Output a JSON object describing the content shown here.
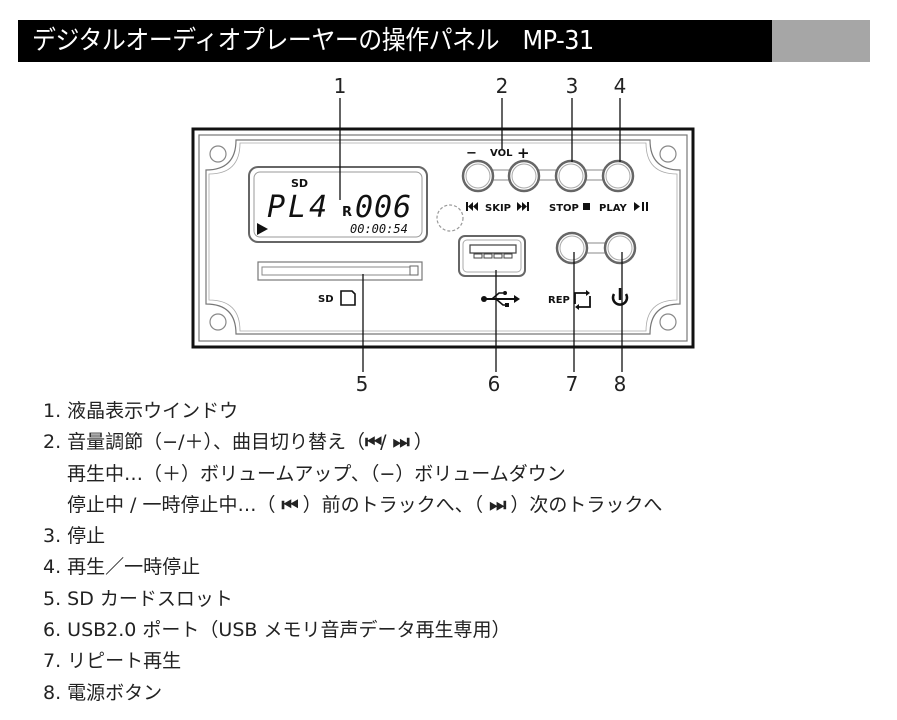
{
  "header": {
    "title": "デジタルオーディオプレーヤーの操作パネル　MP-31"
  },
  "panel": {
    "lcd": {
      "source": "SD",
      "mode": "PL4",
      "repeat_flag": "R",
      "track": "006",
      "time": "00:00:54",
      "play_indicator": "play-icon"
    },
    "labels": {
      "vol": "VOL",
      "vol_minus": "−",
      "vol_plus": "+",
      "skip": "SKIP",
      "stop": "STOP",
      "play": "PLAY",
      "sd": "SD",
      "rep": "REP"
    },
    "icons": {
      "skip_prev": "skip-back-icon",
      "skip_next": "skip-forward-icon",
      "stop": "stop-icon",
      "play_pause": "play-pause-icon",
      "sd_card": "sd-card-icon",
      "usb": "usb-icon",
      "repeat": "repeat-icon",
      "power": "power-icon"
    },
    "callouts": [
      "1",
      "2",
      "3",
      "4",
      "5",
      "6",
      "7",
      "8"
    ]
  },
  "legend": {
    "items": [
      {
        "text": "1. 液晶表示ウインドウ"
      },
      {
        "text_a": "2. 音量調節（−/＋）、曲目切り替え（",
        "sym_a": "⏮",
        "sep": "/ ",
        "sym_b": "⏭",
        "text_b": " ）"
      },
      {
        "sub1": "再生中…（＋）ボリュームアップ、（−）ボリュームダウン"
      },
      {
        "sub2_a": "停止中 / 一時停止中…（ ",
        "sym_a": "⏮",
        "sub2_b": " ）前のトラックへ、（ ",
        "sym_b": "⏭",
        "sub2_c": " ）次のトラックへ"
      },
      {
        "text": "3. 停止"
      },
      {
        "text": "4. 再生／一時停止"
      },
      {
        "text": "5. SD カードスロット"
      },
      {
        "text": "6. USB2.0 ポート（USB メモリ音声データ再生専用）"
      },
      {
        "text": "7. リピート再生"
      },
      {
        "text": "8. 電源ボタン"
      }
    ]
  }
}
